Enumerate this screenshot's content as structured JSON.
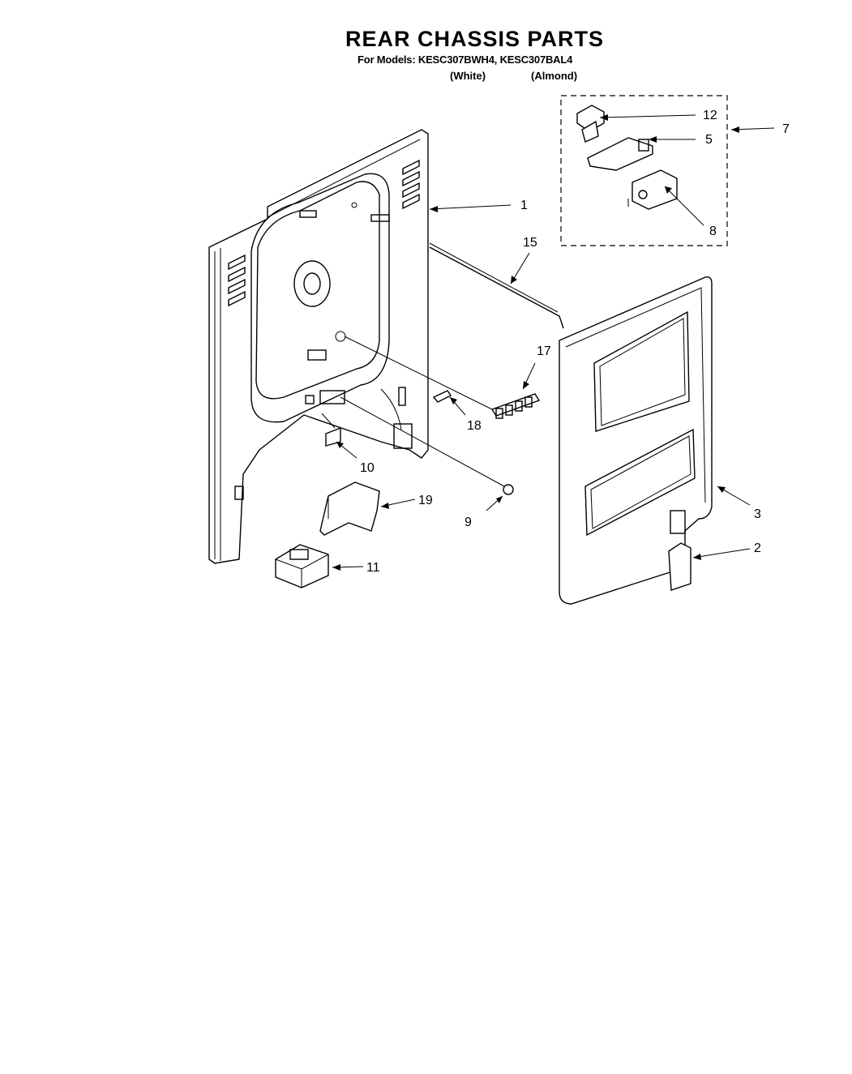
{
  "title": "REAR CHASSIS PARTS",
  "models_line": "For Models: KESC307BWH4, KESC307BAL4",
  "colors": {
    "white": "(White)",
    "almond": "(Almond)"
  },
  "callouts": {
    "c1": "1",
    "c2": "2",
    "c3": "3",
    "c5": "5",
    "c7": "7",
    "c8": "8",
    "c9": "9",
    "c10": "10",
    "c11": "11",
    "c12": "12",
    "c15": "15",
    "c17": "17",
    "c18": "18",
    "c19": "19"
  }
}
